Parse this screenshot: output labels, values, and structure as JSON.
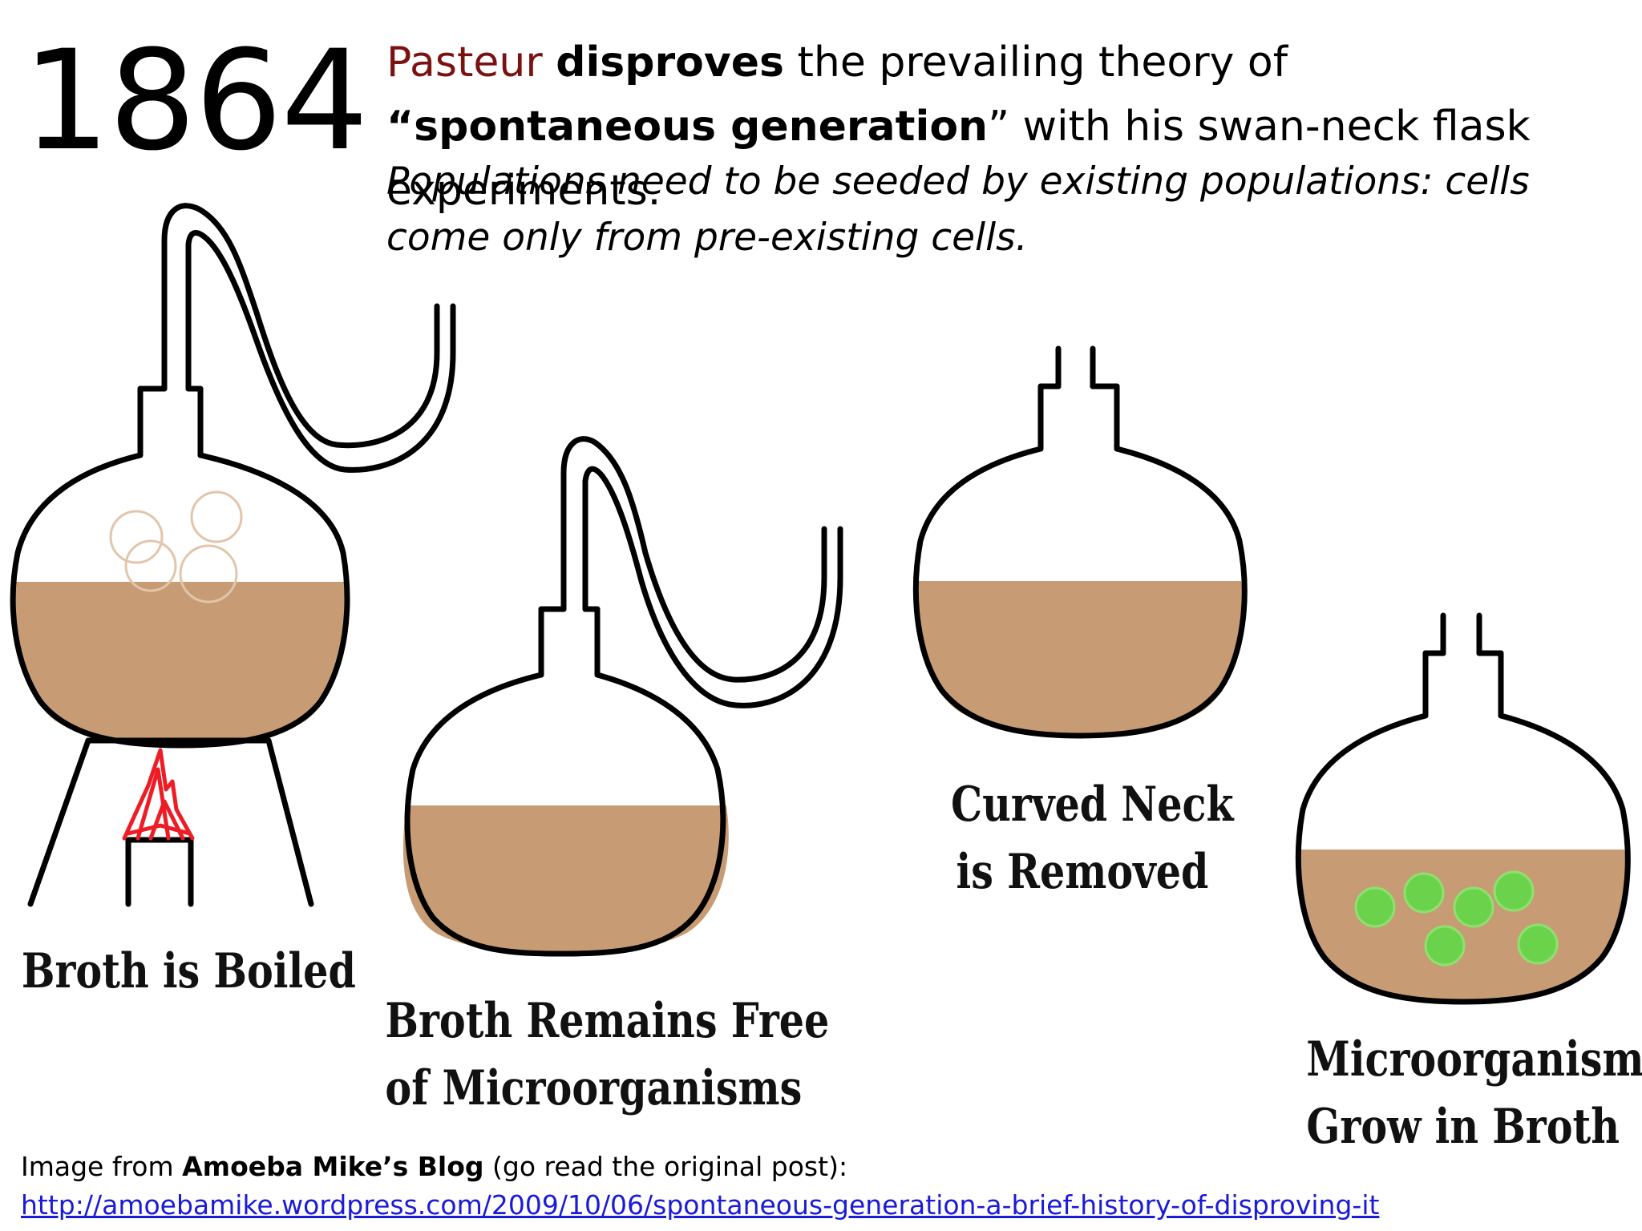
{
  "year": "1864",
  "headline": {
    "name": "Pasteur",
    "verb": "disproves",
    "middle": " the prevailing theory of ",
    "term_quoted": "“spontaneous generation",
    "term_close": "”",
    "tail": " with his swan-neck flask experiments."
  },
  "note": "Populations need to be seeded by existing populations: cells come only from pre-existing cells.",
  "captions": {
    "boiled": "Broth is Boiled",
    "free_1": "Broth Remains Free",
    "free_2": "of Microorganisms",
    "removed_1": "Curved Neck",
    "removed_2": "is Removed",
    "grow_1": "Microorganisms",
    "grow_2": "Grow in Broth"
  },
  "credit": {
    "prefix": "Image from ",
    "source": "Amoeba Mike’s Blog",
    "middle": " (go read the original post): ",
    "url": "http://amoebamike.wordpress.com/2009/10/06/spontaneous-generation-a-brief-history-of-disproving-it"
  },
  "colors": {
    "broth": "#c79c74",
    "bubble": "#e2c5aa",
    "flame": "#ee1c24",
    "microbe": "#6bd34b",
    "name": "#7b1212",
    "link": "#1a1ad8"
  }
}
